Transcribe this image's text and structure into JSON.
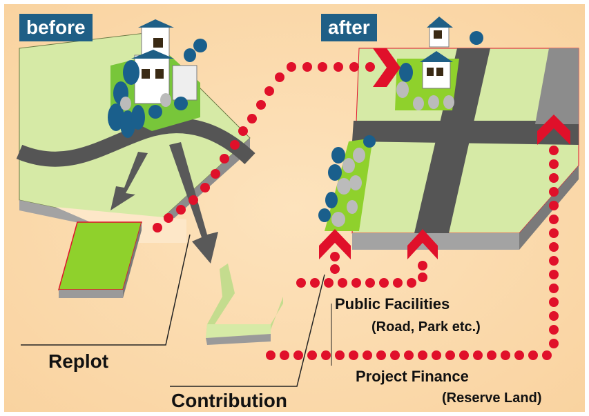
{
  "labels": {
    "before": "before",
    "after": "after",
    "replot": "Replot",
    "contribution": "Contribution",
    "public_facilities": "Public Facilities",
    "public_facilities_sub": "(Road, Park etc.)",
    "project_finance": "Project Finance",
    "project_finance_sub": "(Reserve Land)"
  },
  "colors": {
    "background": "#fbdcb0",
    "land": "#d6eaa6",
    "land_bright": "#8fd12c",
    "road": "#555555",
    "edge": "#9a9a9a",
    "badge": "#1f5f86",
    "dots": "#e0102a",
    "arrow_gray": "#595959",
    "tree": "#1a5f8c"
  }
}
